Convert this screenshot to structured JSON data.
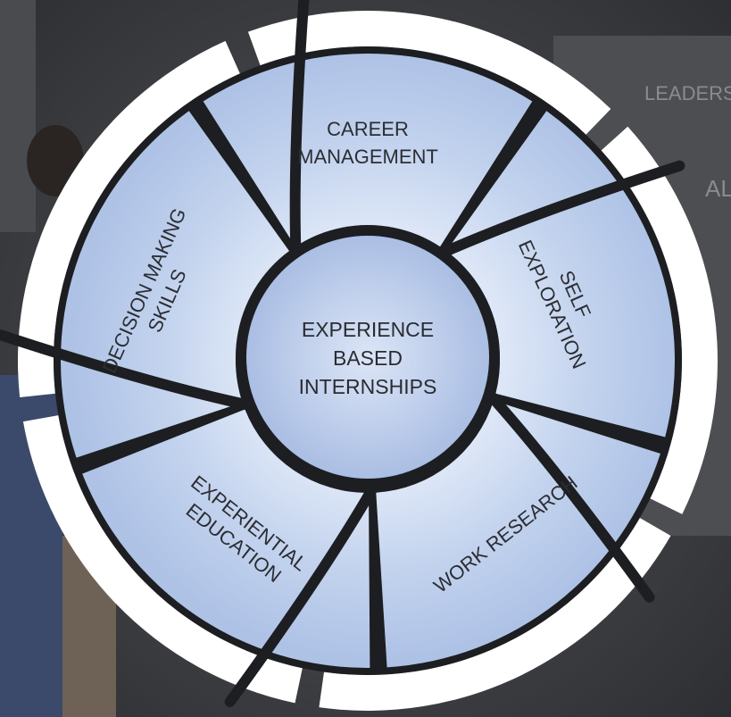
{
  "center": {
    "lines": [
      "EXPERIENCE",
      "BASED",
      "INTERNSHIPS"
    ]
  },
  "segments": [
    {
      "id": "career-management",
      "lines": [
        "CAREER",
        "MANAGEMENT"
      ]
    },
    {
      "id": "self-exploration",
      "lines": [
        "SELF",
        "EXPLORATION"
      ]
    },
    {
      "id": "work-research",
      "lines": [
        "WORK RESEARCH"
      ]
    },
    {
      "id": "experiential-education",
      "lines": [
        "EXPERIENTIAL",
        "EDUCATION"
      ]
    },
    {
      "id": "decision-making-skills",
      "lines": [
        "DECISION MAKING",
        "SKILLS"
      ]
    }
  ],
  "background": {
    "whiteboard_text": [
      "LEADERS",
      "ALUE"
    ]
  },
  "colors": {
    "segment_fill": "#b6c8ea",
    "segment_fill_light": "#dce6f7",
    "ring": "#ffffff",
    "divider": "#1d1e21",
    "text": "#2b2d33",
    "background": "#3a3b3e"
  }
}
